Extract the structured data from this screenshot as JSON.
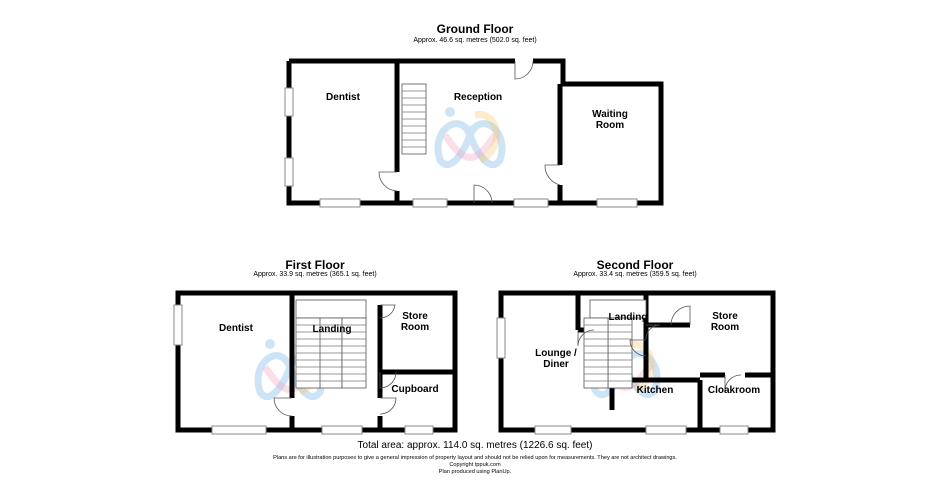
{
  "floors": [
    {
      "title": "Ground Floor",
      "area": "Approx. 46.6 sq. metres (502.0 sq. feet)",
      "rooms": [
        "Dentist",
        "Reception",
        "Waiting",
        "Room"
      ]
    },
    {
      "title": "First Floor",
      "area": "Approx. 33.9 sq. metres (365.1 sq. feet)",
      "rooms": [
        "Dentist",
        "Landing",
        "Store",
        "Room",
        "Cupboard"
      ]
    },
    {
      "title": "Second Floor",
      "area": "Approx. 33.4 sq. metres (359.5 sq. feet)",
      "rooms": [
        "Landing",
        "Store",
        "Room",
        "Lounge /",
        "Diner",
        "Kitchen",
        "Cloakroom"
      ]
    }
  ],
  "footer": {
    "total": "Total area: approx. 114.0 sq. metres (1226.6 sq. feet)",
    "disclaimer": "Plans are for illustration purposes to give a general impression of property layout and should not be relied upon for measurements. They are not architect drawings.  Copyright tppuk.com",
    "produced": "Plan produced using PlanUp."
  },
  "colors": {
    "wall": "#000000",
    "window": "#9a9a9a",
    "watermark": [
      "#6fb2e6",
      "#f2a3c4",
      "#f5c56c"
    ]
  },
  "icons": [
    "watermark-logo",
    "staircase-icon",
    "door-swing-icon",
    "window-icon"
  ]
}
